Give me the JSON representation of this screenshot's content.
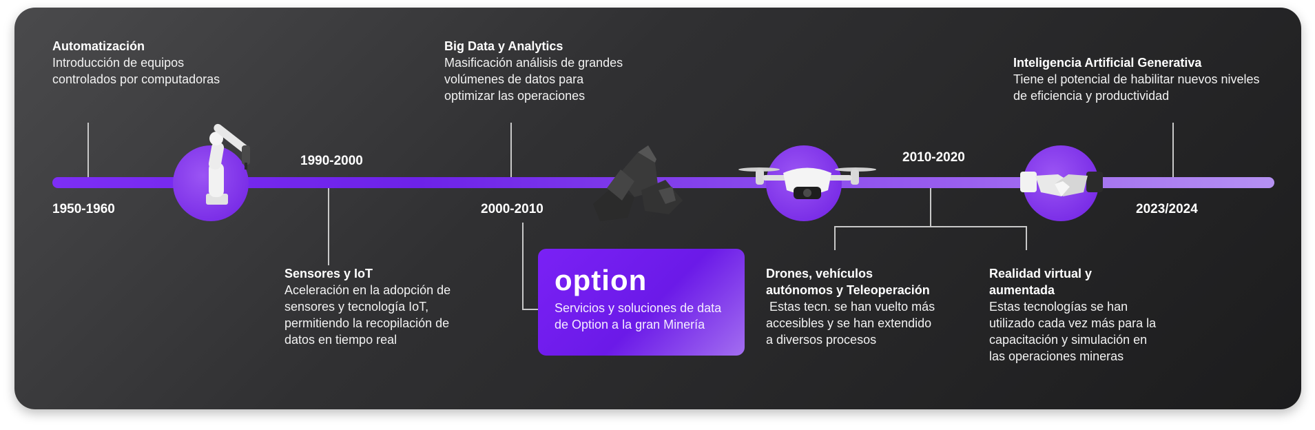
{
  "timeline": {
    "years": {
      "y1950": "1950-1960",
      "y1990": "1990-2000",
      "y2000": "2000-2010",
      "y2010": "2010-2020",
      "y2023": "2023/2024"
    },
    "milestones": {
      "automatizacion": {
        "title": "Automatización",
        "lines": [
          "Introducción de equipos",
          "controlados por computadoras"
        ]
      },
      "sensores": {
        "title": "Sensores y IoT",
        "lines": [
          "Aceleración en la adopción de",
          "sensores y tecnología IoT,",
          "permitiendo la recopilación de",
          "datos en tiempo real"
        ]
      },
      "bigdata": {
        "title": "Big Data y Analytics",
        "lines": [
          "Masificación análisis de grandes",
          "volúmenes de datos para",
          "optimizar las operaciones"
        ]
      },
      "drones": {
        "title_lines": [
          "Drones, vehículos",
          "autónomos y Teleoperación"
        ],
        "lines": [
          " Estas tecn. se han vuelto más",
          "accesibles y se han extendido",
          "a diversos procesos"
        ]
      },
      "realidad": {
        "title_lines": [
          "Realidad virtual y",
          "aumentada"
        ],
        "lines": [
          "Estas tecnologías se han",
          "utilizado cada vez más para la",
          "capacitación y simulación en",
          "las operaciones mineras"
        ]
      },
      "ia": {
        "title": "Inteligencia Artificial Generativa",
        "lines": [
          "Tiene el potencial de habilitar nuevos niveles",
          "de eficiencia y productividad"
        ]
      }
    },
    "option": {
      "logo": "option",
      "lines": [
        "Servicios y soluciones de data",
        "de Option a la gran Minería"
      ]
    }
  },
  "icons": [
    "robot-arm-icon",
    "coal-rock-icon",
    "drone-icon",
    "handshake-icon"
  ],
  "colors": {
    "accent": "#7a21f5",
    "background": "#2e2e30",
    "text": "#ffffff"
  }
}
